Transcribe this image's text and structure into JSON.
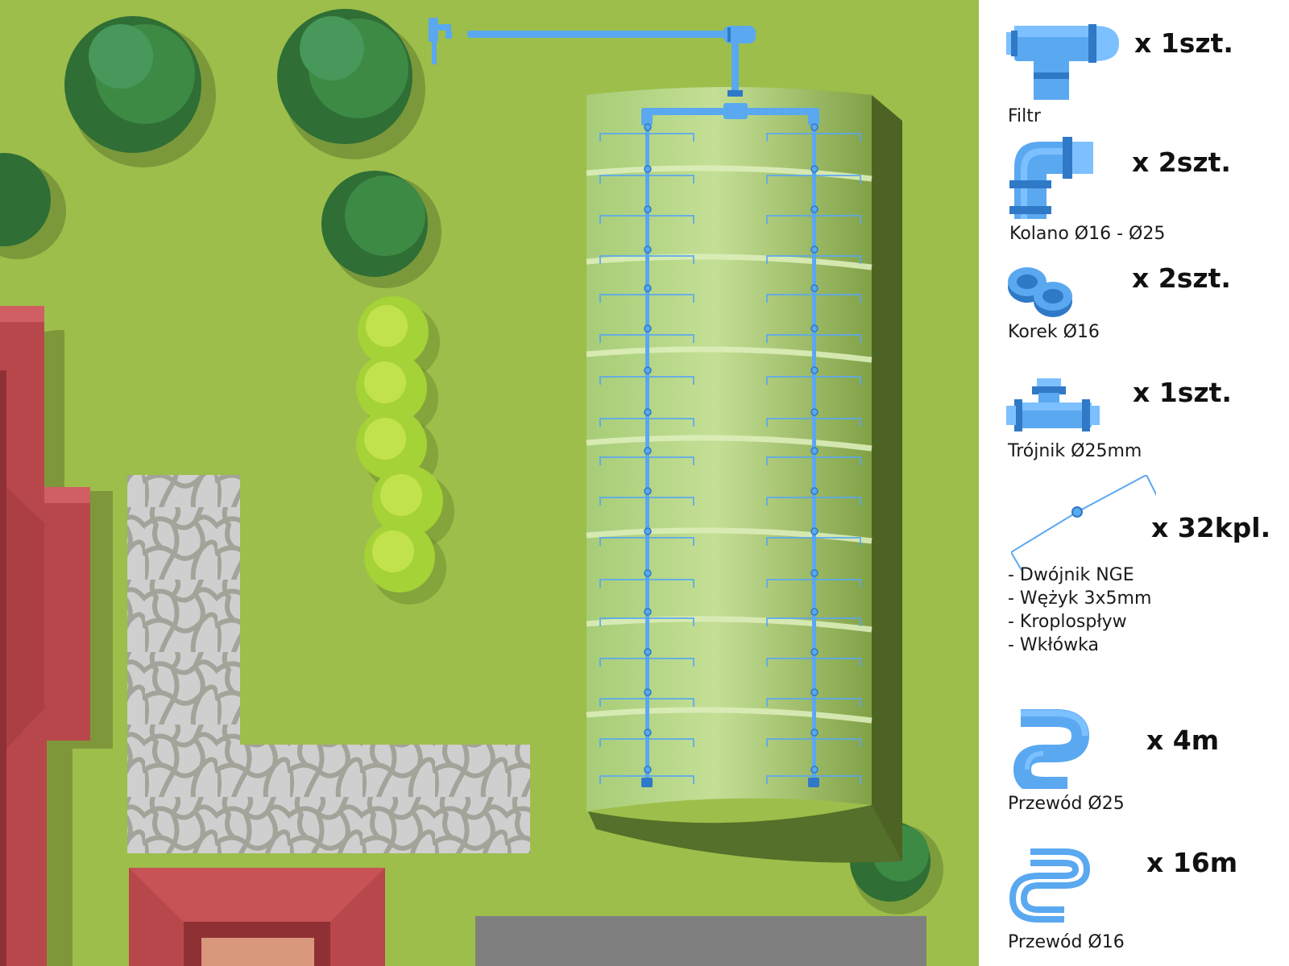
{
  "colors": {
    "grass": "#9dbe4a",
    "grass_light": "#a8c752",
    "roof": "#b8474b",
    "roof_dark": "#8f3034",
    "path": "#cfcfcf",
    "path_line": "#a3a39a",
    "tree": "#2f7a3b",
    "bush": "#a5d236",
    "pipe": "#5aa8f0",
    "pipe_dark": "#2f79c7",
    "greenhouse": "#b9d98a",
    "road": "#7f7f7f"
  },
  "legend": {
    "items": [
      {
        "icon": "filter-icon",
        "label": "Filtr",
        "quantity": "x 1szt."
      },
      {
        "icon": "elbow-icon",
        "label": "Kolano Ø16 - Ø25",
        "quantity": "x 2szt."
      },
      {
        "icon": "end-cap-icon",
        "label": "Korek Ø16",
        "quantity": "x 2szt."
      },
      {
        "icon": "tee-icon",
        "label": "Trójnik Ø25mm",
        "quantity": "x 1szt."
      },
      {
        "icon": "dripper-kit-icon",
        "label": "",
        "quantity": "x 32kpl.",
        "parts": [
          "- Dwójnik NGE",
          "- Wężyk 3x5mm",
          "- Kroplospływ",
          "- Wkłówka"
        ]
      },
      {
        "icon": "hose-25-icon",
        "label": "Przewód Ø25",
        "quantity": "x 4m"
      },
      {
        "icon": "hose-16-icon",
        "label": "Przewód Ø16",
        "quantity": "x 16m"
      }
    ]
  }
}
